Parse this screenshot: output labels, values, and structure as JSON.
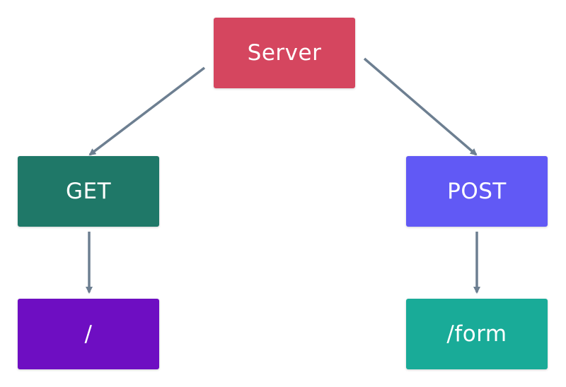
{
  "nodes": {
    "server": {
      "label": "Server",
      "color": "#d5465f"
    },
    "get": {
      "label": "GET",
      "color": "#1f7868"
    },
    "post": {
      "label": "POST",
      "color": "#6159f5"
    },
    "root": {
      "label": "/",
      "color": "#6e0ec2"
    },
    "form": {
      "label": "/form",
      "color": "#19ab98"
    }
  },
  "edges": [
    {
      "from": "server",
      "to": "get"
    },
    {
      "from": "server",
      "to": "post"
    },
    {
      "from": "get",
      "to": "root"
    },
    {
      "from": "post",
      "to": "form"
    }
  ],
  "edge_color": "#6d7f91"
}
